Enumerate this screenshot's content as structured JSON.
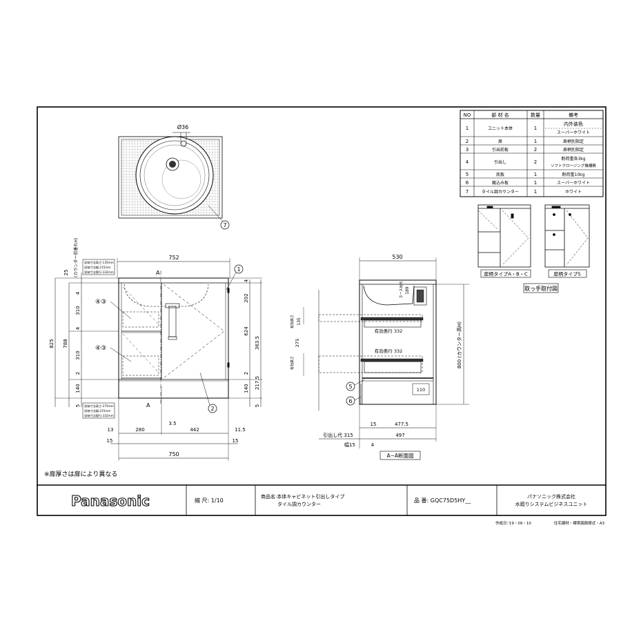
{
  "parts_table": {
    "headers": {
      "no": "NO",
      "name": "部 材 名",
      "qty": "数量",
      "remarks": "備考"
    },
    "rows": [
      {
        "no": "1",
        "name": "ユニット本体",
        "qty": "1",
        "remarks": [
          "内外装色",
          "スーパーホワイト"
        ]
      },
      {
        "no": "2",
        "name": "扉",
        "qty": "1",
        "remarks": [
          "扉柄別指定"
        ]
      },
      {
        "no": "3",
        "name": "引出前板",
        "qty": "2",
        "remarks": [
          "扉柄別指定"
        ]
      },
      {
        "no": "4",
        "name": "引出し",
        "qty": "2",
        "remarks": [
          "耐荷重各3kg",
          "ソフトクロージング機構無"
        ]
      },
      {
        "no": "5",
        "name": "底板",
        "qty": "1",
        "remarks": [
          "耐荷重10kg"
        ]
      },
      {
        "no": "6",
        "name": "蹴込み板",
        "qty": "1",
        "remarks": [
          "スーパーホワイト"
        ]
      },
      {
        "no": "7",
        "name": "タイル調カウンター",
        "qty": "1",
        "remarks": [
          "ホワイト"
        ]
      }
    ]
  },
  "handle_figures": {
    "type_abc": "扉柄タイプA・B・C",
    "type_s": "扉柄タイプS",
    "caption": "取っ手取付図"
  },
  "top_view": {
    "diameter": "Ø36",
    "callout": "7"
  },
  "front_view": {
    "vertical_note": "(カウンター前垂れH)",
    "top_dim": "752",
    "bottom_dim": "750",
    "section_mark_top": "A",
    "section_mark_bottom": "A",
    "callouts": {
      "c1": "1",
      "c2": "2",
      "c43a": "④③",
      "c43b": "④③"
    },
    "storage_upper": [
      "収納寸法高さ:135mm",
      "収納寸法幅:215mm",
      "収納寸法奥行:332mm"
    ],
    "storage_lower": [
      "収納寸法高さ:275mm",
      "収納寸法幅:215mm",
      "収納寸法奥行:332mm"
    ],
    "left_dims": {
      "d25": "25",
      "d4a": "4",
      "d310a": "310",
      "d4b": "4",
      "d310b": "310",
      "d2": "2",
      "d140": "140",
      "d5": "5",
      "d825": "825",
      "d788": "788"
    },
    "right_dims": {
      "d4": "4",
      "d202": "202",
      "d624": "624",
      "d363": "363.5",
      "d2": "2",
      "d140": "140",
      "d217": "217.5",
      "d5": "5"
    },
    "bottom_dims": {
      "d13": "13",
      "d280": "280",
      "d35": "3.5",
      "d442": "442",
      "d115": "11.5",
      "d15a": "15",
      "d15b": "15"
    }
  },
  "side_view": {
    "top_dim": "530",
    "note_hose": "ホース出代",
    "note_189": "189",
    "eff_depth_1": "有効奥行 332",
    "eff_depth_2": "有効奥行 332",
    "eff_height_1": "有効高さ",
    "eff_135": "135",
    "eff_height_2": "有効高さ",
    "d275": "275",
    "d110": "110",
    "right_dim": "800 (カウンター高H)",
    "callouts": {
      "c5": "5",
      "c6": "6"
    },
    "bottom_dims": {
      "d15": "15",
      "d4775": "477.5",
      "pull": "引出し代 315",
      "d497": "497",
      "w15": "幅15",
      "d4": "4"
    },
    "section_label": "A−A断面図"
  },
  "note": "※扉厚さは扉により異なる",
  "title_block": {
    "brand": "Panasonic",
    "scale": "縮 尺: 1/10",
    "product_line1": "商品名:本体キャビネット引出しタイプ",
    "product_line2": "タイル調カウンター",
    "part_no": "品 番: GQC75D5HY__",
    "company_line1": "パナソニック株式会社",
    "company_line2": "水廻りシステムビジネスユニット"
  },
  "footer": {
    "date": "作成日:'19・09・10",
    "standard": "住宅建材・標準図面様式・A3"
  }
}
